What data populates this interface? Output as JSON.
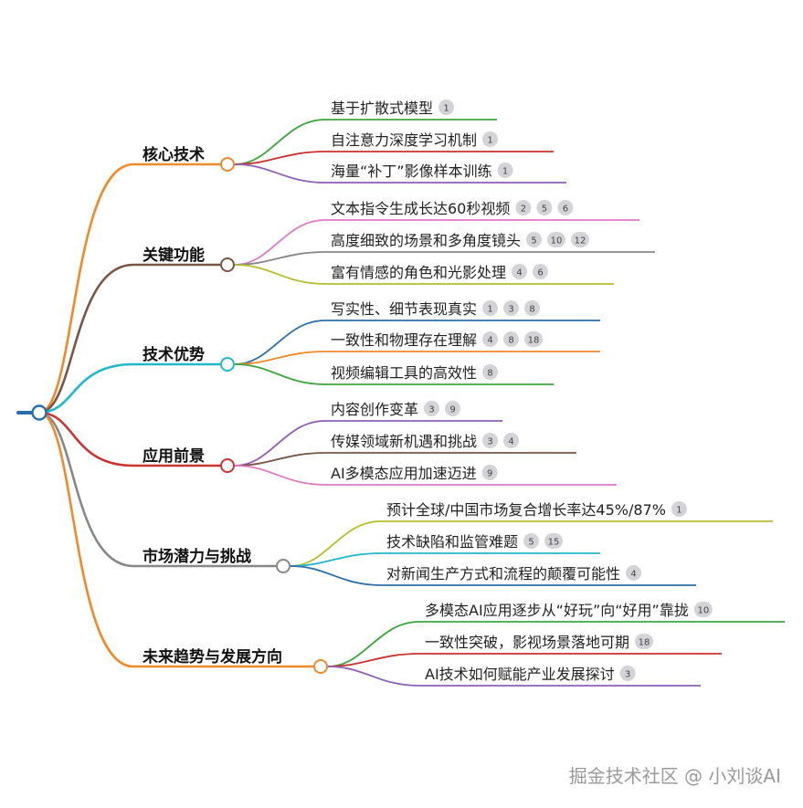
{
  "root": {
    "color": "#2b6cb0"
  },
  "branches": [
    {
      "label": "核心技术",
      "color": "#ee8a2c",
      "children": [
        {
          "text": "基于扩散式模型",
          "refs": [
            "1"
          ],
          "color": "#3ca43c"
        },
        {
          "text": "自注意力深度学习机制",
          "refs": [
            "1"
          ],
          "color": "#cc3333"
        },
        {
          "text": "海量“补丁”影像样本训练",
          "refs": [
            "1"
          ],
          "color": "#8e5fb5"
        }
      ]
    },
    {
      "label": "关键功能",
      "color": "#7a5546",
      "children": [
        {
          "text": "文本指令生成长达60秒视频",
          "refs": [
            "2",
            "5",
            "6"
          ],
          "color": "#e07ac4"
        },
        {
          "text": "高度细致的场景和多角度镜头",
          "refs": [
            "5",
            "10",
            "12"
          ],
          "color": "#888888"
        },
        {
          "text": "富有情感的角色和光影处理",
          "refs": [
            "4",
            "6"
          ],
          "color": "#b5bd2e"
        }
      ]
    },
    {
      "label": "技术优势",
      "color": "#22b8cc",
      "children": [
        {
          "text": "写实性、细节表现真实",
          "refs": [
            "1",
            "3",
            "8"
          ],
          "color": "#2c6fa8"
        },
        {
          "text": "一致性和物理存在理解",
          "refs": [
            "4",
            "8",
            "18"
          ],
          "color": "#ee8a2c"
        },
        {
          "text": "视频编辑工具的高效性",
          "refs": [
            "8"
          ],
          "color": "#3ca43c"
        }
      ]
    },
    {
      "label": "应用前景",
      "color": "#cc3333",
      "children": [
        {
          "text": "内容创作变革",
          "refs": [
            "3",
            "9"
          ],
          "color": "#8e5fb5"
        },
        {
          "text": "传媒领域新机遇和挑战",
          "refs": [
            "3",
            "4"
          ],
          "color": "#7a5546"
        },
        {
          "text": "AI多模态应用加速迈进",
          "refs": [
            "9"
          ],
          "color": "#e07ac4"
        }
      ]
    },
    {
      "label": "市场潜力与挑战",
      "color": "#888888",
      "children": [
        {
          "text": "预计全球/中国市场复合增长率达45%/87%",
          "refs": [
            "1"
          ],
          "color": "#b5bd2e"
        },
        {
          "text": "技术缺陷和监管难题",
          "refs": [
            "5",
            "15"
          ],
          "color": "#22b8cc"
        },
        {
          "text": "对新闻生产方式和流程的颠覆可能性",
          "refs": [
            "4"
          ],
          "color": "#2c6fa8"
        }
      ]
    },
    {
      "label": "未来趋势与发展方向",
      "color": "#ee8a2c",
      "children": [
        {
          "text": "多模态AI应用逐步从“好玩”向“好用”靠拢",
          "refs": [
            "10"
          ],
          "color": "#3ca43c"
        },
        {
          "text": "一致性突破，影视场景落地可期",
          "refs": [
            "18"
          ],
          "color": "#cc3333"
        },
        {
          "text": "AI技术如何赋能产业发展探讨",
          "refs": [
            "3"
          ],
          "color": "#8e5fb5"
        }
      ]
    }
  ],
  "watermark": "掘金技术社区 @ 小刘谈AI"
}
